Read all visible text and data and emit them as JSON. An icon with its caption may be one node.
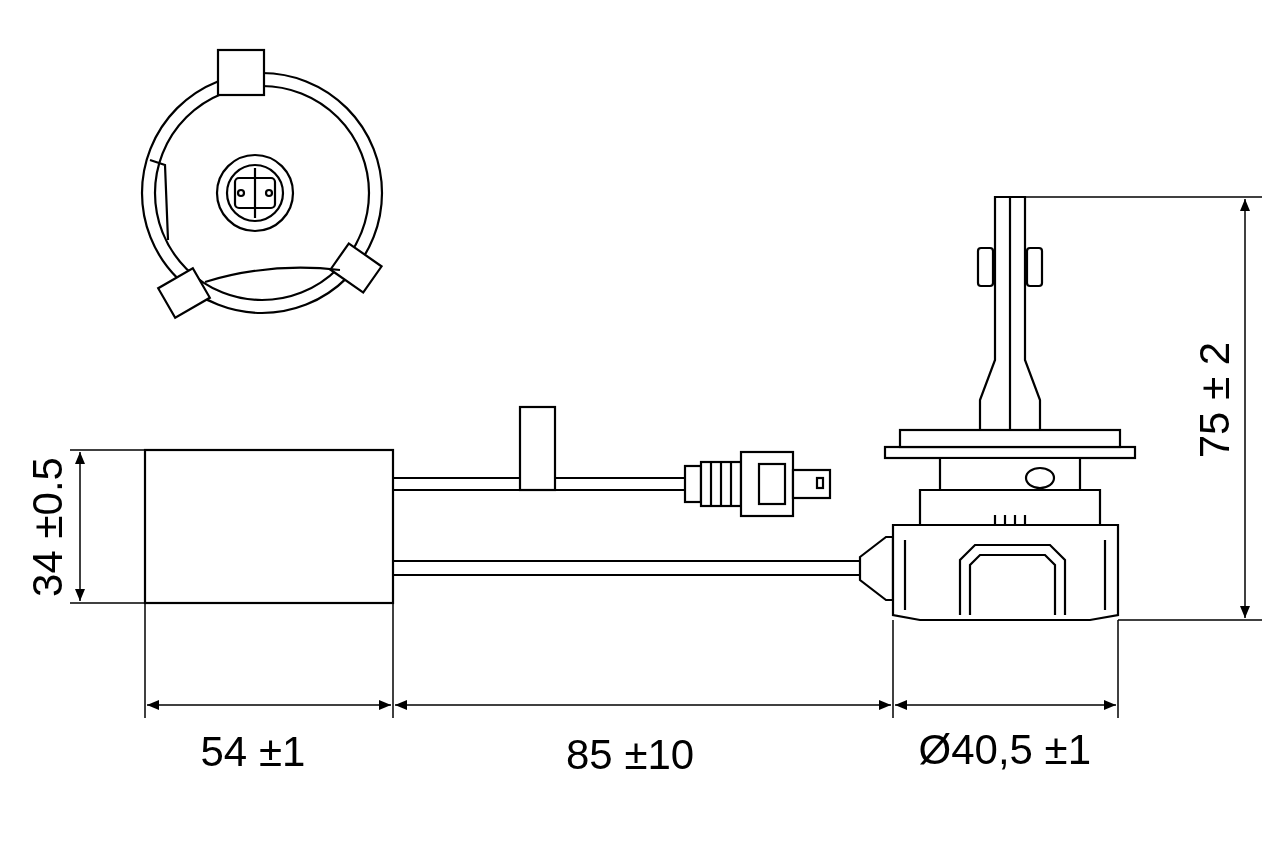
{
  "diagram": {
    "labels": [
      "75 ± 2",
      "34 ±0.5",
      "54 ±1",
      "85 ±10",
      "Ø40,5 ±1"
    ]
  }
}
